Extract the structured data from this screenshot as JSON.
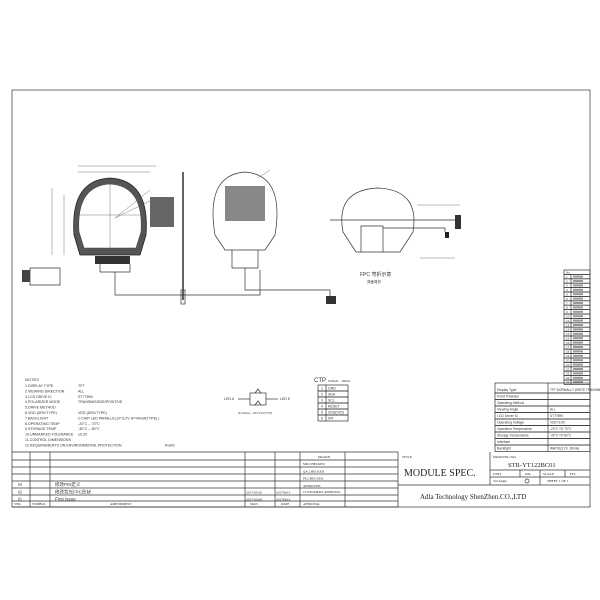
{
  "notes": {
    "heading": "NOTES",
    "items": [
      [
        "1.DISPLAY TYPE",
        "TFT"
      ],
      [
        "2.VIEWING DIRECTION",
        "ALL"
      ],
      [
        "3.LCD DRIVE IC",
        "ST7789V"
      ],
      [
        "4.POLARIZER MODE",
        "TRANSMISSIVE/POSITIVE"
      ],
      [
        "5.DRIVE METHOD",
        ""
      ],
      [
        "6.VDD (DRV/TYPE)",
        "VDD (DRV/TYPE)"
      ],
      [
        "7.BACKLIGHT",
        "2-CHIP LED PARALLEL(V=3.2V IF=40mA(TYPE) )"
      ],
      [
        "8.OPERATING TEMP",
        "-20°C -- 70°C"
      ],
      [
        "9.STORAGE TEMP",
        "-30°C -- 80°C"
      ],
      [
        "10.UNMARKED TOLERANCE",
        "±0.20"
      ],
      [
        "11.CONTROL DIMENSIONS",
        ""
      ],
      [
        "12.REQUIREMENTS ON ENVIRONMENTAL PROTECTION",
        "RoHS"
      ]
    ]
  },
  "led": {
    "left": "LED A",
    "right": "LED K",
    "caption": "IF=40mA , VF=3.2V(TYP)"
  },
  "fpc": {
    "label": "FPC 弯折示意",
    "sub": "背面弯折"
  },
  "ctp": {
    "title": "CTP",
    "headers": [
      "NO.",
      "SIGNAL",
      "DESC"
    ],
    "rows": [
      [
        "1",
        "GND"
      ],
      [
        "2",
        "SDA"
      ],
      [
        "3",
        "SCL"
      ],
      [
        "4",
        "RESET"
      ],
      [
        "5",
        "VDD(VIO)"
      ],
      [
        "6",
        "INT"
      ]
    ]
  },
  "pin_table": {
    "header": "No.",
    "count": 25
  },
  "spec_table": {
    "rows": [
      [
        "Display Type",
        "TFT NORMALLY WHITE TRANSMISSIVE"
      ],
      [
        "Front Polarizer",
        ""
      ],
      [
        "Operating Method",
        ""
      ],
      [
        "Viewing Angle",
        "ALL"
      ],
      [
        "LCD Driver IC",
        "ST7789V"
      ],
      [
        "Operating Voltage",
        "VDD=2.8V"
      ],
      [
        "Operation Temperature",
        "-20°C TO 70°C"
      ],
      [
        "Storage Temperature",
        "-30°C TO 80°C"
      ],
      [
        "Interface",
        ""
      ],
      [
        "Backlight",
        "WHITE(3.2V ,30mA)"
      ]
    ]
  },
  "revisions": {
    "rows": [
      [
        "03",
        "修改PIN定义",
        "",
        ""
      ],
      [
        "02",
        "修改背光FPC形状",
        "2017/03/10",
        "20170613"
      ],
      [
        "01",
        "First Issue",
        "2017/03/08",
        "20170613"
      ]
    ],
    "headers": [
      "VER.",
      "SYMBOL",
      "AMENDMENT",
      "SIGN",
      "DATE",
      "APPROVAL"
    ]
  },
  "signoff": [
    "DRAWN",
    "MD.CHECKED",
    "QA.CHECKED",
    "PE.CHECKED",
    "APPROVED",
    "CUSTOMER'S APPROVAL"
  ],
  "title_block": {
    "title_label": "TITLE",
    "title": "MODULE SPEC.",
    "drawing_no_label": "DRAWING NO.",
    "drawing_no": "STR-YT122BC01",
    "unit_label": "UNIT",
    "unit": "mm",
    "scale_label": "SCALE",
    "scale": "FIT",
    "angle_label": "3rd Angle",
    "sheet": "SHEET 1 OF 1",
    "company": "Adla Technology ShenZhen.CO.,LTD"
  }
}
